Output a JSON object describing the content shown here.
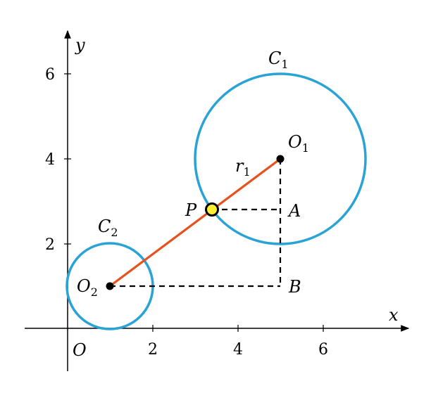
{
  "axes": {
    "x_label": "x",
    "y_label": "y",
    "origin_label": "O",
    "x_ticks": [
      "2",
      "4",
      "6"
    ],
    "y_ticks": [
      "2",
      "4",
      "6"
    ]
  },
  "circle1": {
    "label_main": "C",
    "label_sub": "1",
    "center_label_main": "O",
    "center_label_sub": "1",
    "radius_label_main": "r",
    "radius_label_sub": "1"
  },
  "circle2": {
    "label_main": "C",
    "label_sub": "2",
    "center_label_main": "O",
    "center_label_sub": "2"
  },
  "points": {
    "P": "P",
    "A": "A",
    "B": "B"
  },
  "colors": {
    "circle": "#29a3d6",
    "segment": "#e8501e",
    "point_p_fill": "#ffee33",
    "dashed": "#000000"
  }
}
